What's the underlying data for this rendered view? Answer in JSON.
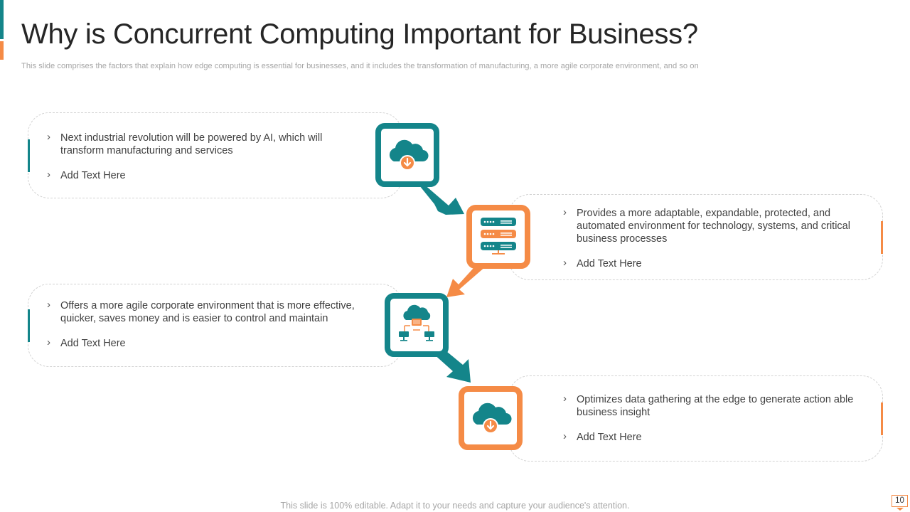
{
  "header": {
    "title": "Why is Concurrent Computing Important for Business?",
    "subtitle": "This slide comprises the factors that explain how edge computing is essential for businesses, and it includes the transformation of manufacturing, a more agile corporate environment, and so on"
  },
  "colors": {
    "teal": "#14858a",
    "orange": "#f58b46"
  },
  "cards": [
    {
      "icon": "cloud-download-icon",
      "bullets": [
        "Next industrial revolution will be powered by AI, which will transform manufacturing and services",
        "Add Text Here"
      ]
    },
    {
      "icon": "server-rack-icon",
      "bullets": [
        "Provides a more adaptable, expandable, protected, and automated environment for technology, systems, and critical business processes",
        "Add Text Here"
      ]
    },
    {
      "icon": "cloud-network-icon",
      "bullets": [
        "Offers a more agile corporate environment that is more effective, quicker, saves money and is easier to control and maintain",
        "Add Text Here"
      ]
    },
    {
      "icon": "cloud-download-icon",
      "bullets": [
        "Optimizes data gathering at the edge to generate action able business insight",
        "Add Text Here"
      ]
    }
  ],
  "footer": {
    "note": "This slide is 100% editable. Adapt it to your needs and capture your audience's attention.",
    "page_number": "10"
  }
}
